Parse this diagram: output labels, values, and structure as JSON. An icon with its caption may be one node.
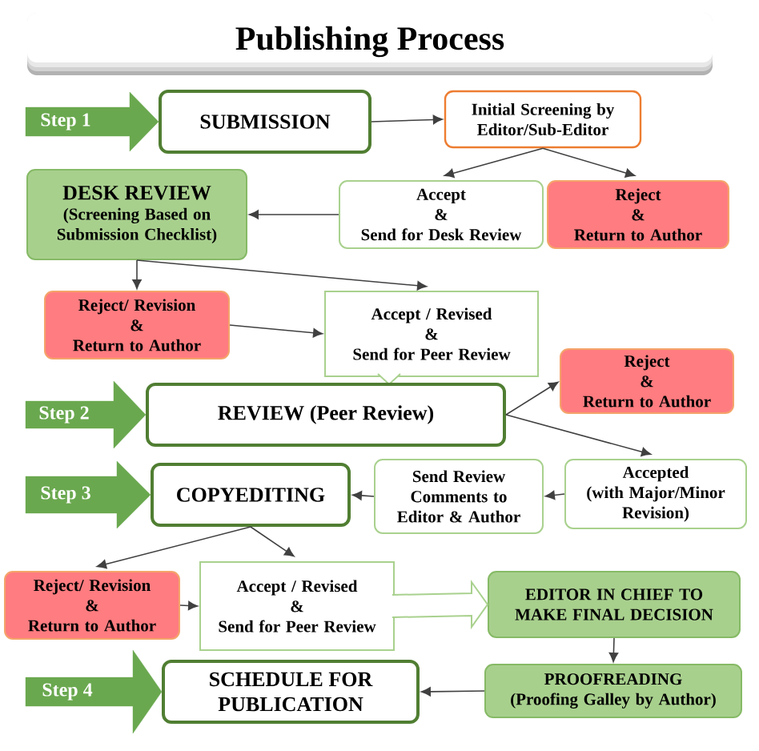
{
  "diagram": {
    "title": "Publishing Process",
    "nodes": [
      {
        "text": [
          "SUBMISSION"
        ]
      },
      {
        "text": [
          "Initial Screening by Editor/Sub-Editor"
        ]
      },
      {
        "text": [
          "DESK REVIEW",
          "(Screening Based on Submission Checklist)"
        ]
      },
      {
        "text": [
          "Accept & Send for Desk Review"
        ]
      },
      {
        "text": [
          "Reject & Return to Author"
        ]
      },
      {
        "text": [
          "Reject/ Revision & Return to Author"
        ]
      },
      {
        "text": [
          "Accept / Revised & Send for Peer Review"
        ]
      },
      {
        "text": [
          "REVIEW (Peer Review)"
        ]
      },
      {
        "text": [
          "Reject & Return to Author"
        ]
      },
      {
        "text": [
          "COPYEDITING"
        ]
      },
      {
        "text": [
          "Send Review Comments to Editor & Author"
        ]
      },
      {
        "text": [
          "Accepted",
          "(with Major/Minor Revision)"
        ]
      },
      {
        "text": [
          "Reject/ Revision & Return to Author"
        ]
      },
      {
        "text": [
          "Accept / Revised & Send for Peer Review"
        ]
      },
      {
        "text": [
          "EDITOR IN CHIEF TO MAKE FINAL DECISION"
        ]
      },
      {
        "text": [
          "SCHEDULE FOR PUBLICATION"
        ]
      },
      {
        "text": [
          "PROOFREADING",
          "(Proofing Galley by Author)"
        ]
      }
    ],
    "edges": [
      {
        "from": null,
        "to": 0,
        "arrow": "to",
        "label": "Step 1",
        "color": "#6aa84f"
      },
      {
        "from": 0,
        "to": 1,
        "arrow": "to"
      },
      {
        "from": 1,
        "to": 3,
        "arrow": "to"
      },
      {
        "from": 1,
        "to": 4,
        "arrow": "to"
      },
      {
        "from": 3,
        "to": 2,
        "arrow": "to"
      },
      {
        "from": 2,
        "to": 5,
        "arrow": "to"
      },
      {
        "from": 2,
        "to": 6,
        "arrow": "to"
      },
      {
        "from": 5,
        "to": 6,
        "arrow": "to"
      },
      {
        "from": null,
        "to": 7,
        "arrow": "to",
        "label": "Step 2",
        "color": "#6aa84f"
      },
      {
        "from": 7,
        "to": 8,
        "arrow": "to"
      },
      {
        "from": 7,
        "to": 11,
        "arrow": "to"
      },
      {
        "from": null,
        "to": 9,
        "arrow": "to",
        "label": "Step 3",
        "color": "#6aa84f"
      },
      {
        "from": 11,
        "to": 10,
        "arrow": "to"
      },
      {
        "from": 10,
        "to": 9,
        "arrow": "to"
      },
      {
        "from": 9,
        "to": 12,
        "arrow": "to"
      },
      {
        "from": 9,
        "to": 13,
        "arrow": "to"
      },
      {
        "from": 12,
        "to": 13,
        "arrow": "to"
      },
      {
        "from": 13,
        "to": 14,
        "arrow": "to",
        "color": "#a9d18e"
      },
      {
        "from": 14,
        "to": 16,
        "arrow": "to"
      },
      {
        "from": null,
        "to": 15,
        "arrow": "to",
        "label": "Step 4",
        "color": "#6aa84f"
      },
      {
        "from": 16,
        "to": 15,
        "arrow": "to"
      }
    ]
  }
}
